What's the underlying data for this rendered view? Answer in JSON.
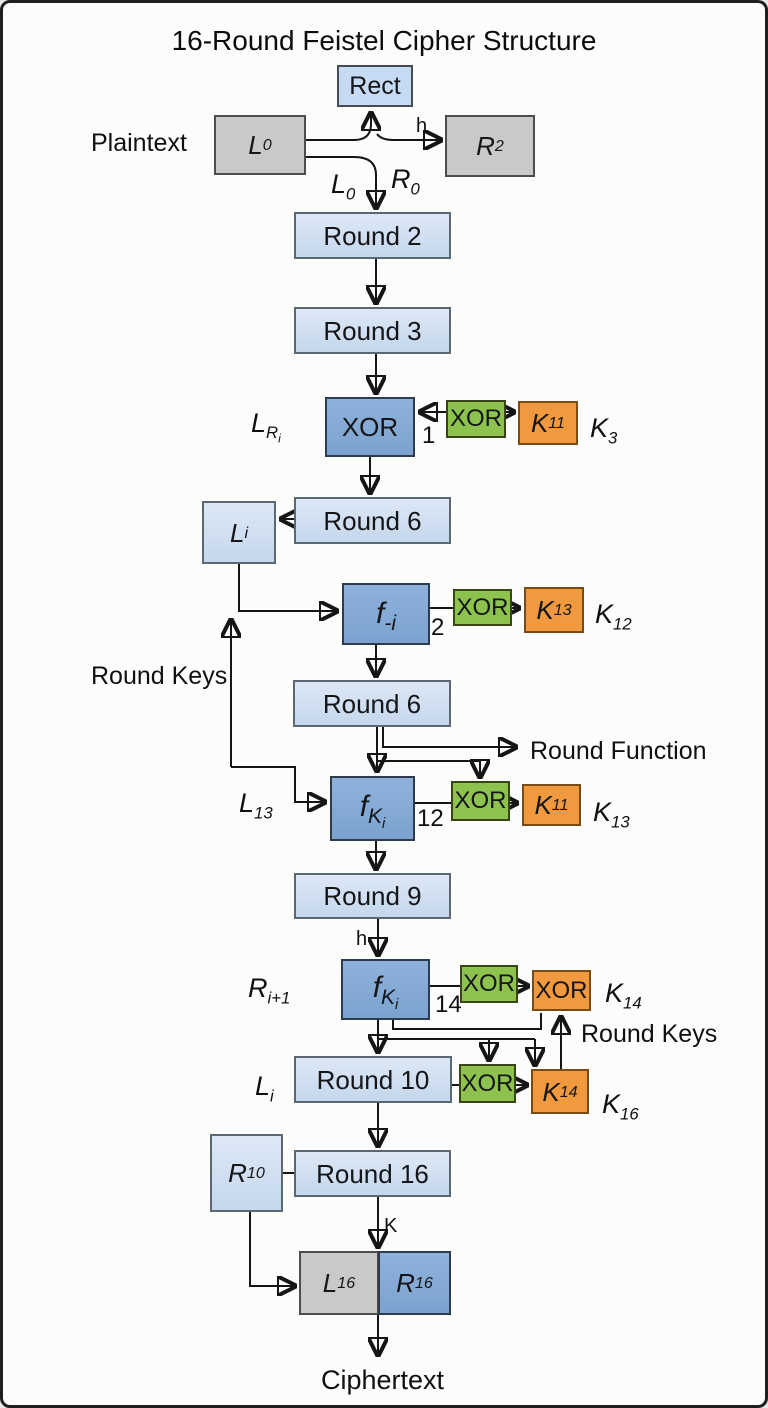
{
  "title": "16-Round Feistel Cipher Structure",
  "colors": {
    "light_blue": "#cbdcf0",
    "gray": "#c9c9c9",
    "mid_blue": "#85aad4",
    "green": "#8ec24e",
    "orange": "#f0993f",
    "line": "#151515"
  },
  "nodes": {
    "rect": "Rect",
    "round2": "Round 2",
    "round3": "Round 3",
    "round6a": "Round 6",
    "round6b": "Round 6",
    "round9": "Round 9",
    "round10": "Round 10",
    "round16": "Round 16",
    "xor_main": "XOR",
    "xor_g1": "XOR",
    "xor_g2": "XOR",
    "xor_g3": "XOR",
    "xor_g4": "XOR",
    "xor_g5": "XOR",
    "xor_orange": "XOR",
    "l0": {
      "m": "L",
      "s": "0"
    },
    "r2": {
      "m": "R",
      "s": "2"
    },
    "li": {
      "m": "L",
      "s": "i"
    },
    "f1": {
      "m": "f",
      "s": "-i"
    },
    "f2": {
      "m": "f",
      "s": "K",
      "ss": "i"
    },
    "f3": {
      "m": "f",
      "s": "K",
      "ss": "i"
    },
    "k11a": {
      "m": "K",
      "s": "11"
    },
    "k13a": {
      "m": "K",
      "s": "13"
    },
    "k11b": {
      "m": "K",
      "s": "11"
    },
    "k14b": {
      "m": "K",
      "s": "14"
    },
    "r10": {
      "m": "R",
      "s": "10"
    },
    "l16": {
      "m": "L",
      "s": "16"
    },
    "r16": {
      "m": "R",
      "s": "16"
    }
  },
  "labels": {
    "plaintext": "Plaintext",
    "ciphertext": "Ciphertext",
    "round_keys_left": "Round Keys",
    "round_keys_right": "Round Keys",
    "round_function": "Round Function",
    "h_top": "h",
    "h_mid": "h",
    "k_bottom": "K",
    "n1": "1",
    "n2": "2",
    "n12": "12",
    "n14": "14",
    "flow_l0": {
      "m": "L",
      "s": "0"
    },
    "flow_r0": {
      "m": "R",
      "s": "0"
    },
    "l_ri": {
      "m": "L",
      "s": "R",
      "ss": "i"
    },
    "k3": {
      "m": "K",
      "s": "3"
    },
    "k12": {
      "m": "K",
      "s": "12"
    },
    "k13": {
      "m": "K",
      "s": "13"
    },
    "k14": {
      "m": "K",
      "s": "14"
    },
    "k16": {
      "m": "K",
      "s": "16"
    },
    "l13": {
      "m": "L",
      "s": "13"
    },
    "r_i_plus_1": {
      "m": "R",
      "s": "i+1"
    },
    "l_i": {
      "m": "L",
      "s": "i"
    }
  }
}
